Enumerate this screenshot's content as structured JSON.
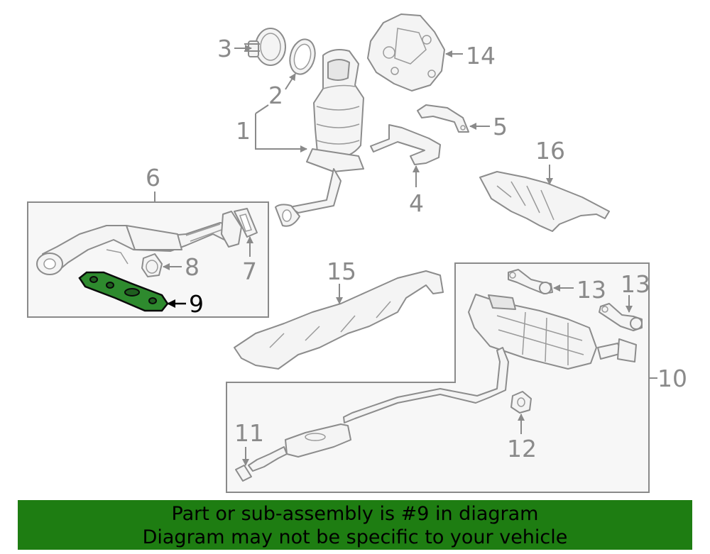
{
  "diagram": {
    "highlighted_callout": "9",
    "highlight_color": "#2e8a2e",
    "callouts": [
      "1",
      "2",
      "3",
      "4",
      "5",
      "6",
      "7",
      "8",
      "9",
      "10",
      "11",
      "12",
      "13",
      "13",
      "14",
      "15",
      "16"
    ]
  },
  "banner": {
    "line1": "Part or sub-assembly is #9 in diagram",
    "line2": "Diagram may not be specific to your vehicle",
    "background": "#1e7d12"
  }
}
